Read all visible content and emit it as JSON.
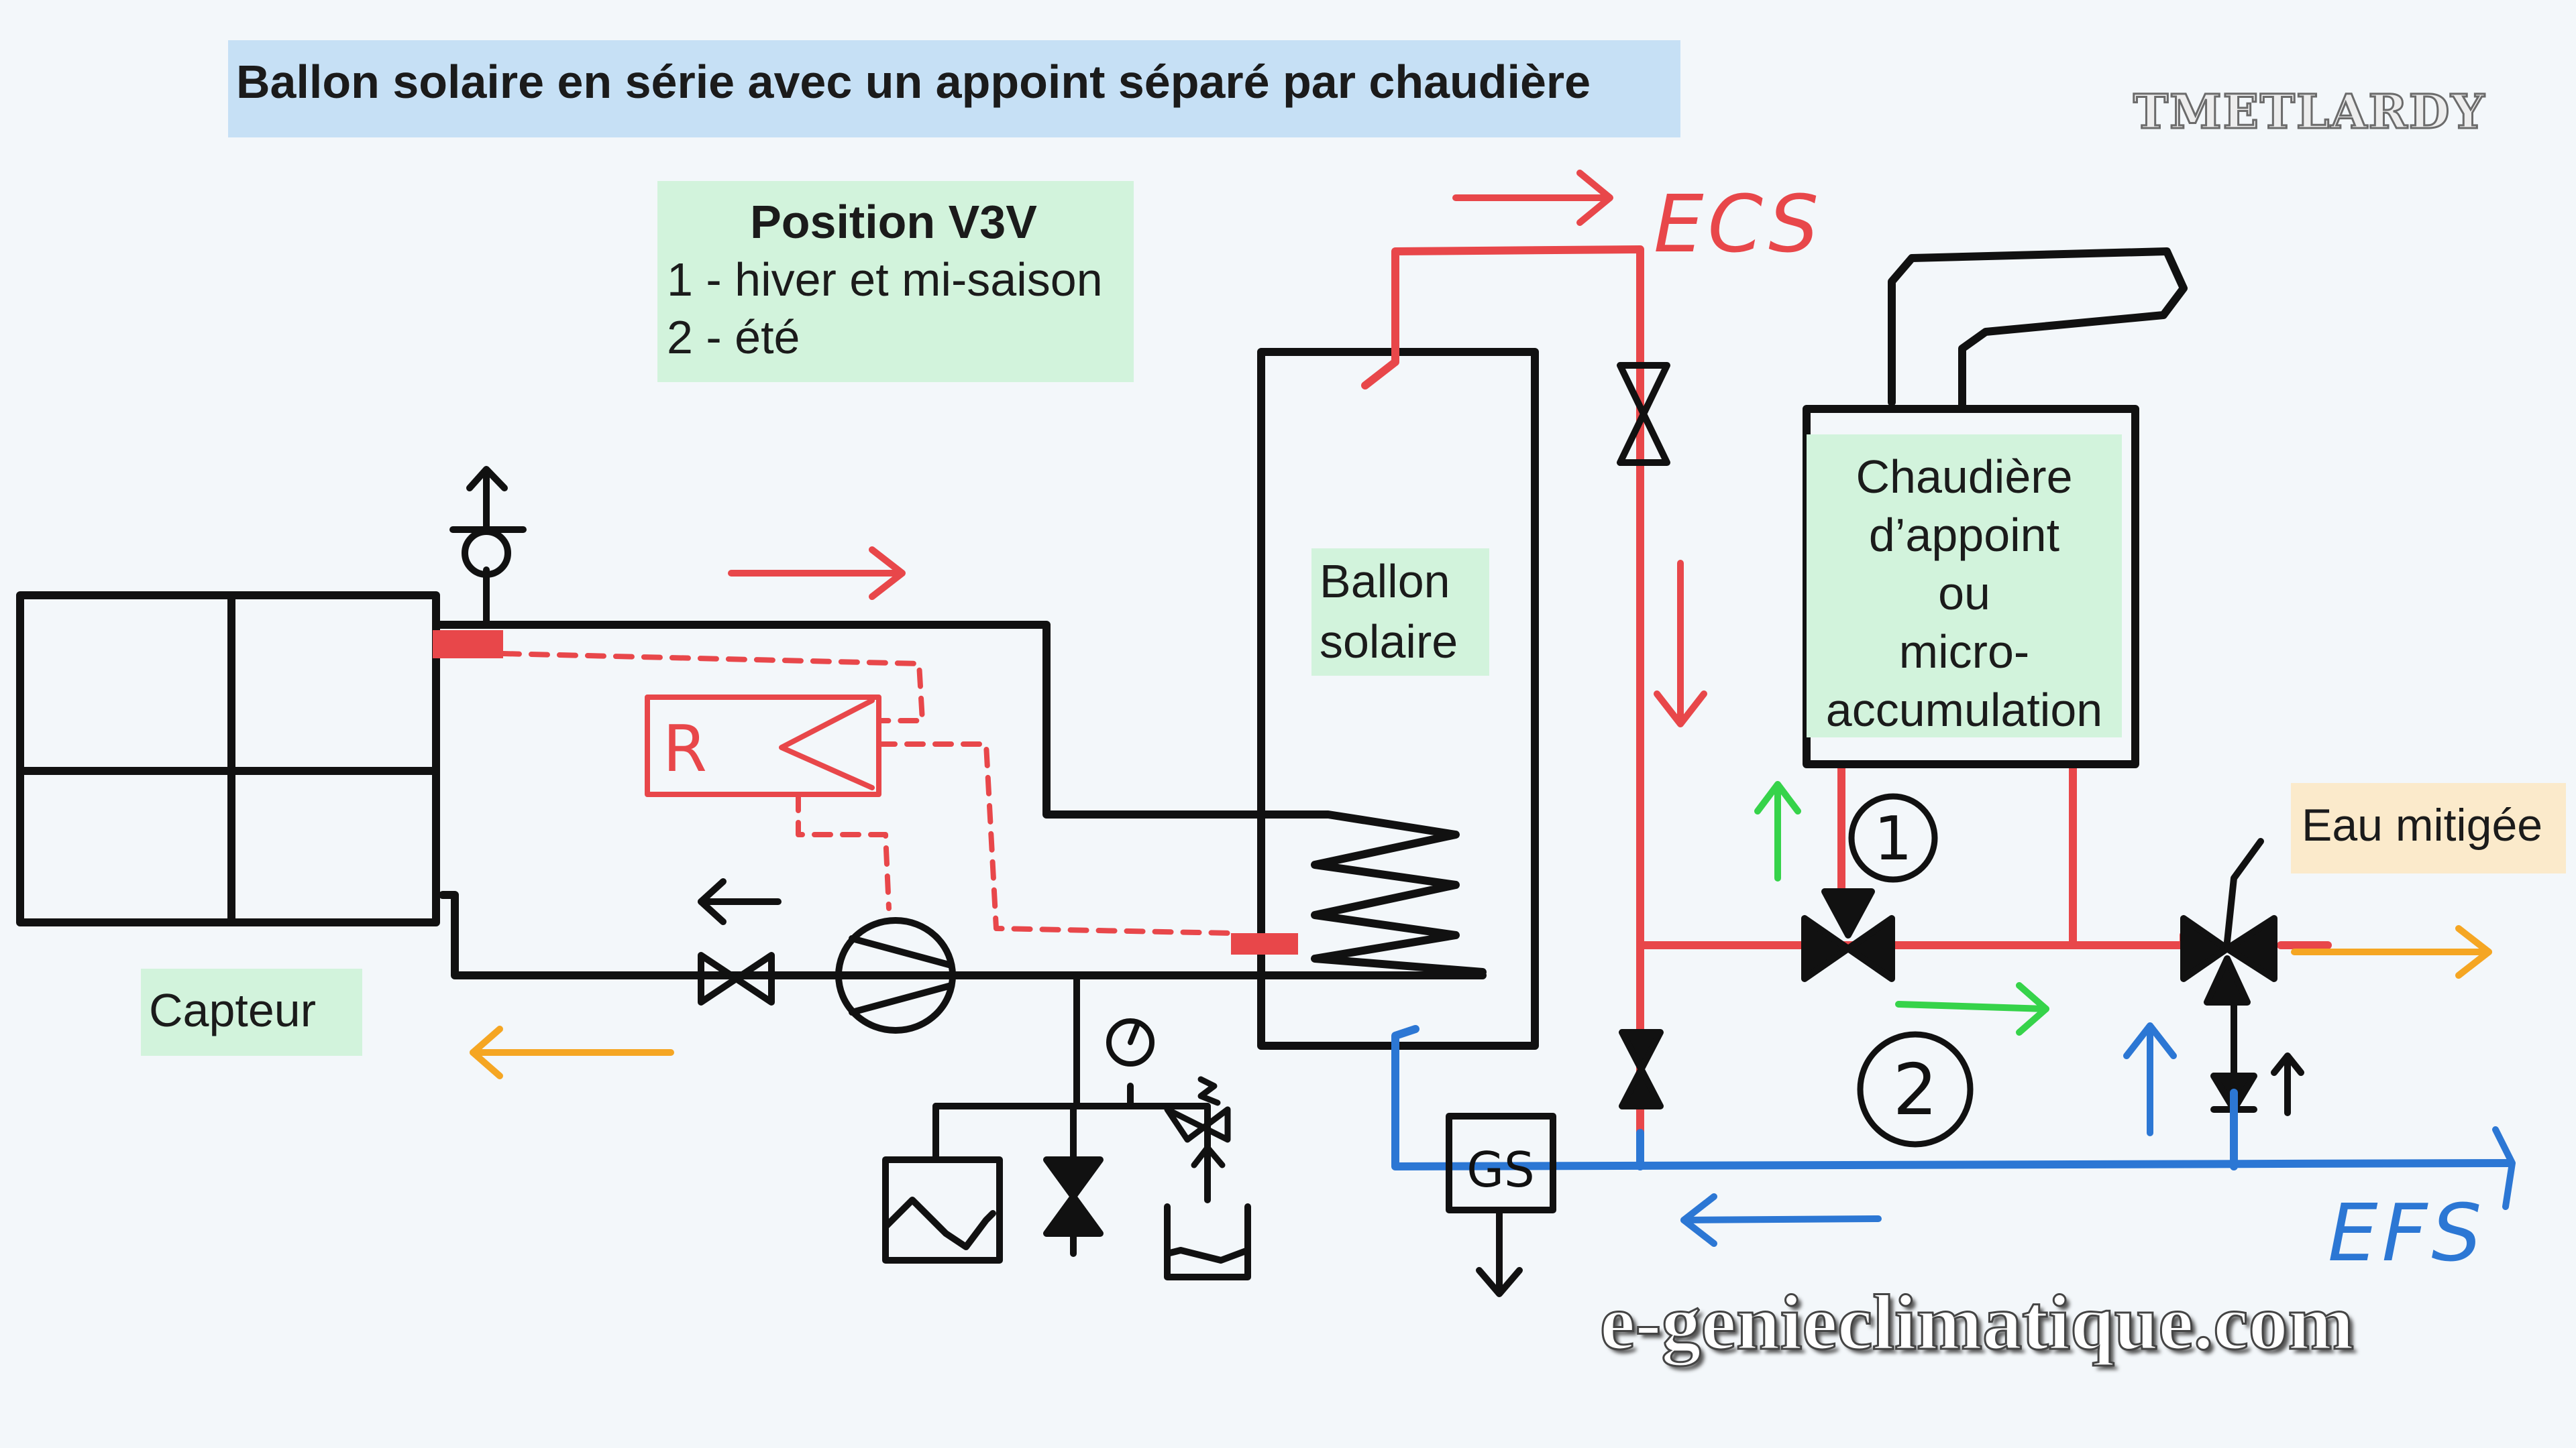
{
  "title": "Ballon solaire en série avec un appoint séparé par chaudière",
  "brand": "TMETLARDY",
  "website": "e-genieclimatique.com",
  "v3v": {
    "heading": "Position V3V",
    "line1": "1 - hiver et mi-saison",
    "line2": "2 - été"
  },
  "labels": {
    "capteur": "Capteur",
    "ballon_line1": "Ballon",
    "ballon_line2": "solaire",
    "chaudiere": [
      "Chaudière",
      "d’appoint",
      "ou",
      "micro-",
      "accumulation"
    ],
    "eau_mitigee": "Eau mitigée",
    "ecs": "ECS",
    "efs": "EFS",
    "regulator": "R",
    "mixing_group": "GS",
    "v3v_pos1": "1",
    "v3v_pos2": "2"
  },
  "colors": {
    "hot": "#e8474a",
    "cold": "#2c77d4",
    "mixed": "#f5a623",
    "summer_flow": "#36d34a",
    "lines": "#111111"
  }
}
